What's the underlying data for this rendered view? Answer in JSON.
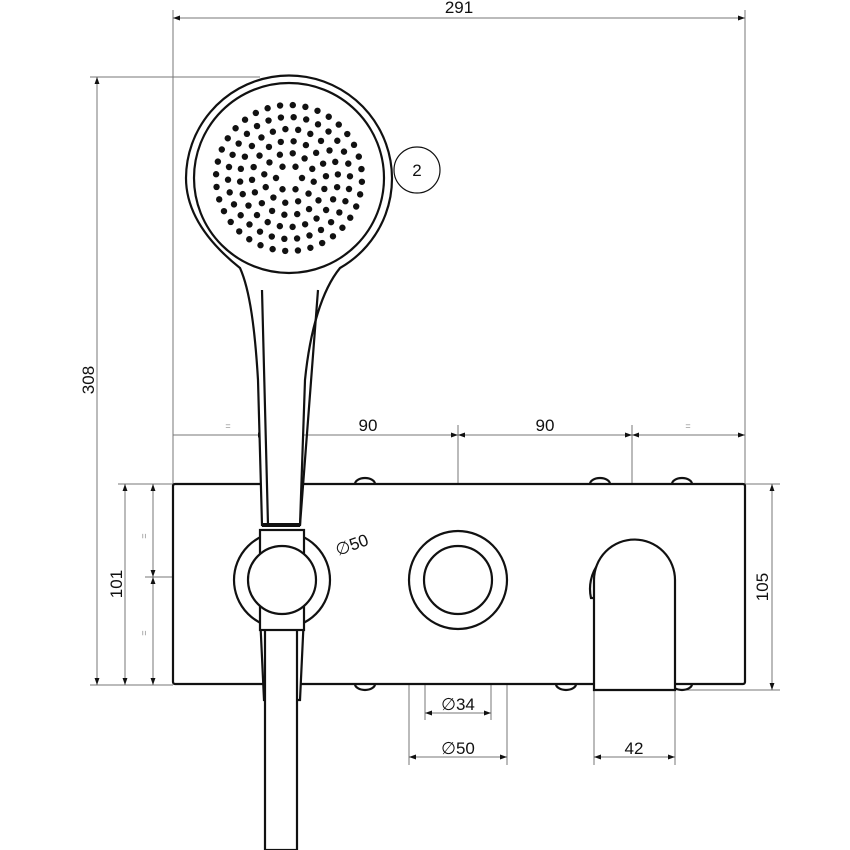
{
  "dimensions": {
    "overall_width": "291",
    "overall_height": "308",
    "spacing_1": "90",
    "spacing_2": "90",
    "equal_mark": "=",
    "plate_height_left": "101",
    "plate_height_right": "105",
    "holder_diameter": "∅50",
    "knob_inner_diameter": "∅34",
    "knob_outer_diameter": "∅50",
    "spout_width": "42"
  },
  "callout": {
    "label": "2"
  },
  "colors": {
    "line": "#111111",
    "dimension": "#777777"
  }
}
